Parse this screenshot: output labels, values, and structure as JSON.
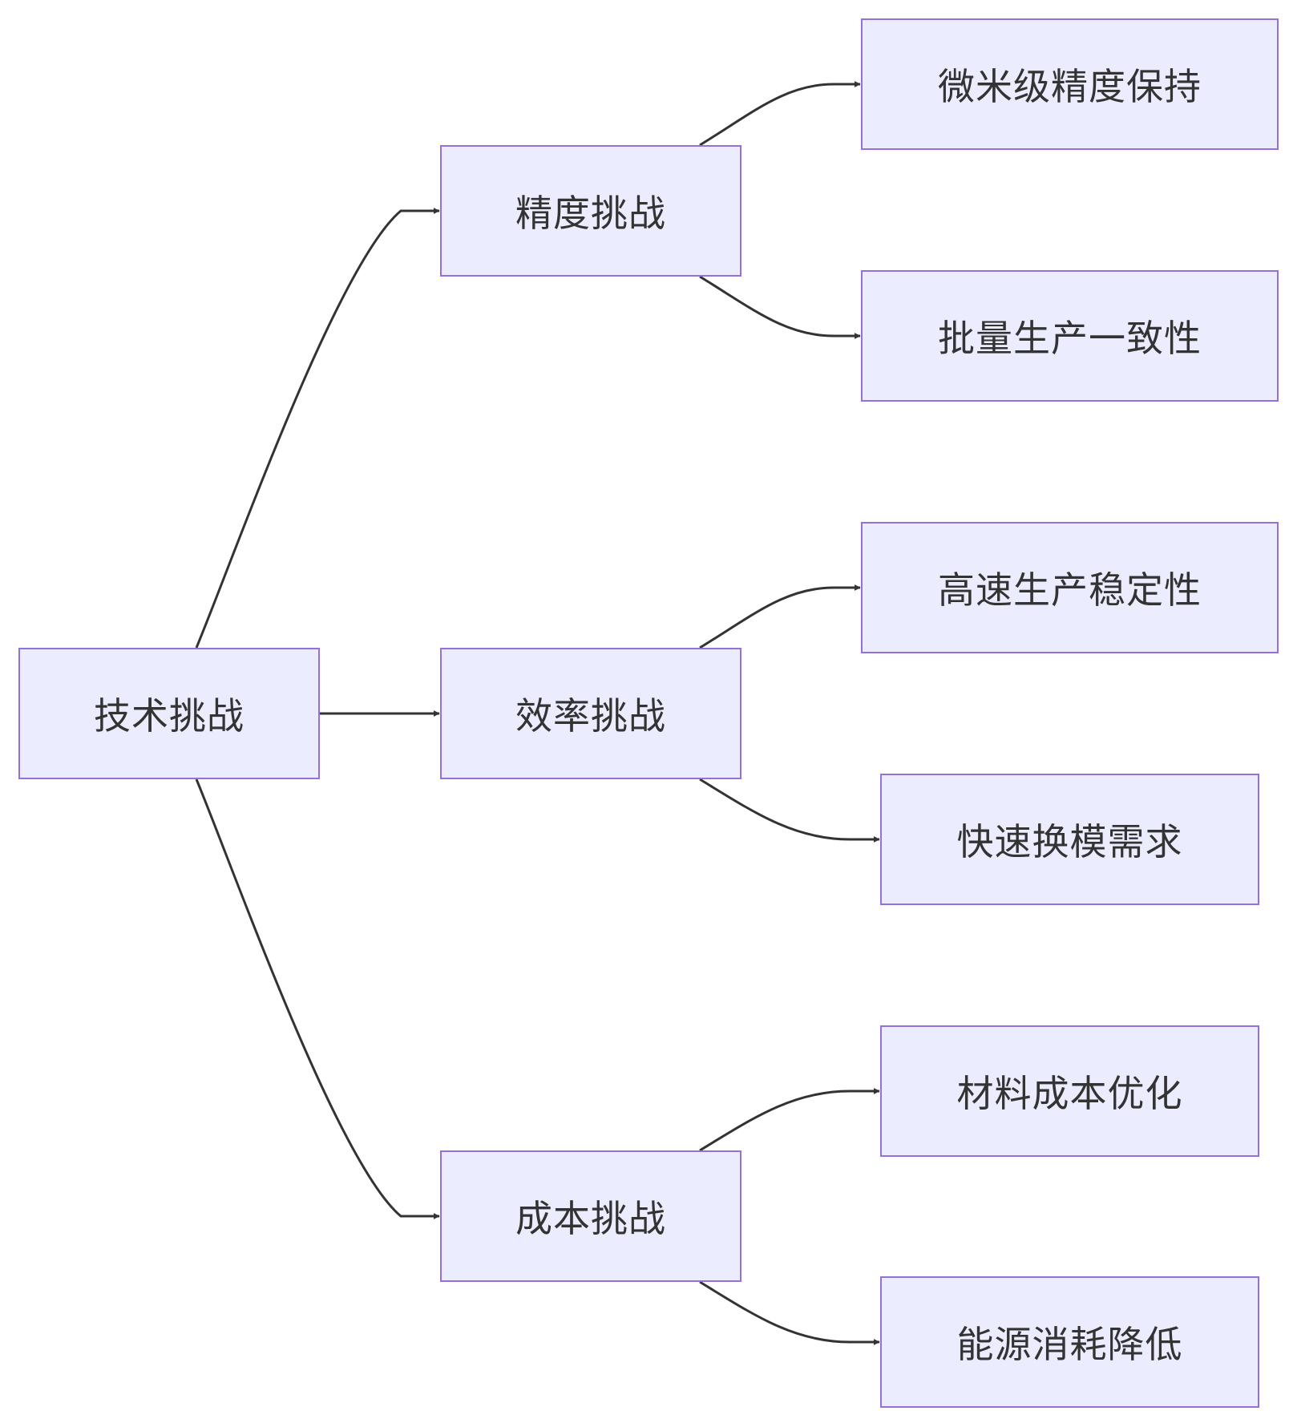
{
  "colors": {
    "node_fill": "#ECECFF",
    "node_border": "#9370DB",
    "edge": "#333333",
    "text": "#333333"
  },
  "nodes": {
    "root": "技术挑战",
    "precision": "精度挑战",
    "efficiency": "效率挑战",
    "cost": "成本挑战",
    "micron_precision": "微米级精度保持",
    "batch_consistency": "批量生产一致性",
    "high_speed_stability": "高速生产稳定性",
    "quick_die_change": "快速换模需求",
    "material_cost": "材料成本优化",
    "energy_reduction": "能源消耗降低"
  },
  "edges": [
    {
      "from": "root",
      "to": "precision"
    },
    {
      "from": "root",
      "to": "efficiency"
    },
    {
      "from": "root",
      "to": "cost"
    },
    {
      "from": "precision",
      "to": "micron_precision"
    },
    {
      "from": "precision",
      "to": "batch_consistency"
    },
    {
      "from": "efficiency",
      "to": "high_speed_stability"
    },
    {
      "from": "efficiency",
      "to": "quick_die_change"
    },
    {
      "from": "cost",
      "to": "material_cost"
    },
    {
      "from": "cost",
      "to": "energy_reduction"
    }
  ]
}
